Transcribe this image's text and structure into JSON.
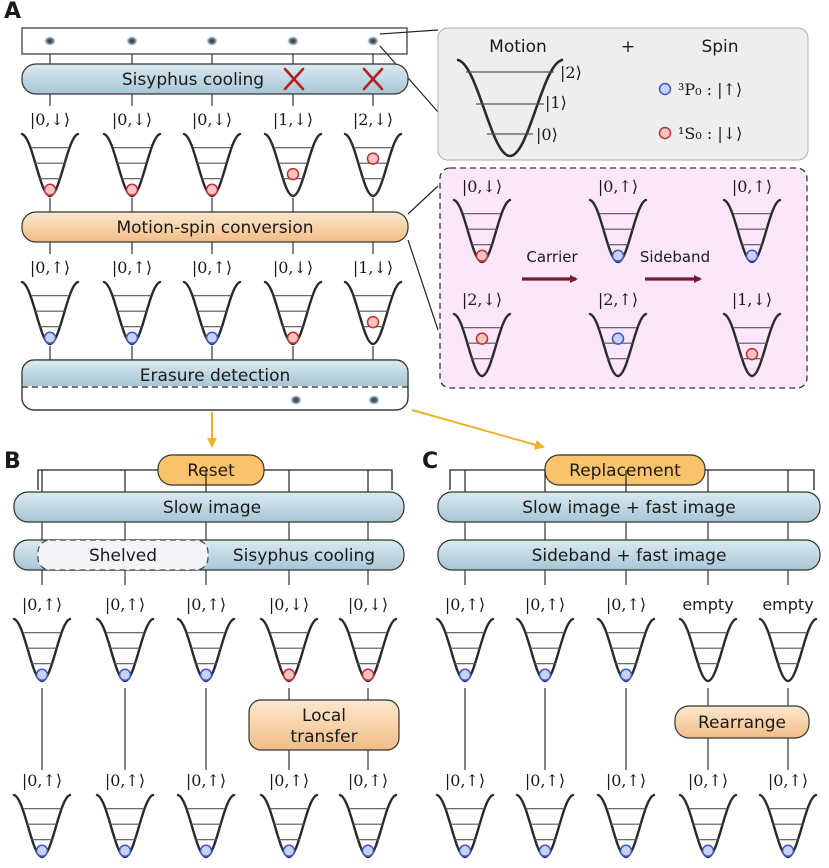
{
  "panels": {
    "a": "A",
    "b": "B",
    "c": "C"
  },
  "colors": {
    "bar_blue_top": "#cfe3ec",
    "bar_blue_bottom": "#a9c9d6",
    "bar_orange_top": "#fbe2c4",
    "bar_orange_bottom": "#f3c390",
    "label_orange": "#fbc46c",
    "spin_up": "#3b57c8",
    "spin_up_fill": "#c9d2f5",
    "spin_down": "#c62f2f",
    "spin_down_fill": "#f6c4c4",
    "cross": "#b21f24",
    "arrow_dark": "#7a1a31",
    "arrow_yellow": "#f0b02a",
    "inset_gray": "#eeeeee",
    "inset_pink": "#fce6fb"
  },
  "panel_a": {
    "sisyphus_label": "Sisyphus cooling",
    "conversion_label": "Motion-spin conversion",
    "erasure_label": "Erasure detection",
    "row1_kets": [
      "|0,↓⟩",
      "|0,↓⟩",
      "|0,↓⟩",
      "|1,↓⟩",
      "|2,↓⟩"
    ],
    "row2_kets": [
      "|0,↑⟩",
      "|0,↑⟩",
      "|0,↑⟩",
      "|0,↓⟩",
      "|1,↓⟩"
    ],
    "inset_motion": {
      "motion_title": "Motion",
      "plus": "+",
      "spin_title": "Spin",
      "levels": [
        "|2⟩",
        "|1⟩",
        "|0⟩"
      ],
      "spin_up_label": "³P₀ : |↑⟩",
      "spin_down_label": "¹S₀ : |↓⟩"
    },
    "inset_conversion": {
      "top_kets": [
        "|0,↓⟩",
        "|0,↑⟩",
        "|0,↑⟩"
      ],
      "bottom_kets": [
        "|2,↓⟩",
        "|2,↑⟩",
        "|1,↓⟩"
      ],
      "carrier_label": "Carrier",
      "sideband_label": "Sideband"
    }
  },
  "panel_b": {
    "title": "Reset",
    "slow_image_label": "Slow image",
    "shelved_label": "Shelved",
    "sisyphus_label": "Sisyphus cooling",
    "row1_kets": [
      "|0,↑⟩",
      "|0,↑⟩",
      "|0,↑⟩",
      "|0,↓⟩",
      "|0,↓⟩"
    ],
    "local_transfer_line1": "Local",
    "local_transfer_line2": "transfer",
    "row2_kets": [
      "|0,↑⟩",
      "|0,↑⟩",
      "|0,↑⟩",
      "|0,↑⟩",
      "|0,↑⟩"
    ]
  },
  "panel_c": {
    "title": "Replacement",
    "slow_fast_label": "Slow image + fast image",
    "sideband_fast_label": "Sideband + fast image",
    "row1_kets": [
      "|0,↑⟩",
      "|0,↑⟩",
      "|0,↑⟩",
      "empty",
      "empty"
    ],
    "rearrange_label": "Rearrange",
    "row2_kets": [
      "|0,↑⟩",
      "|0,↑⟩",
      "|0,↑⟩",
      "|0,↑⟩",
      "|0,↑⟩"
    ]
  }
}
